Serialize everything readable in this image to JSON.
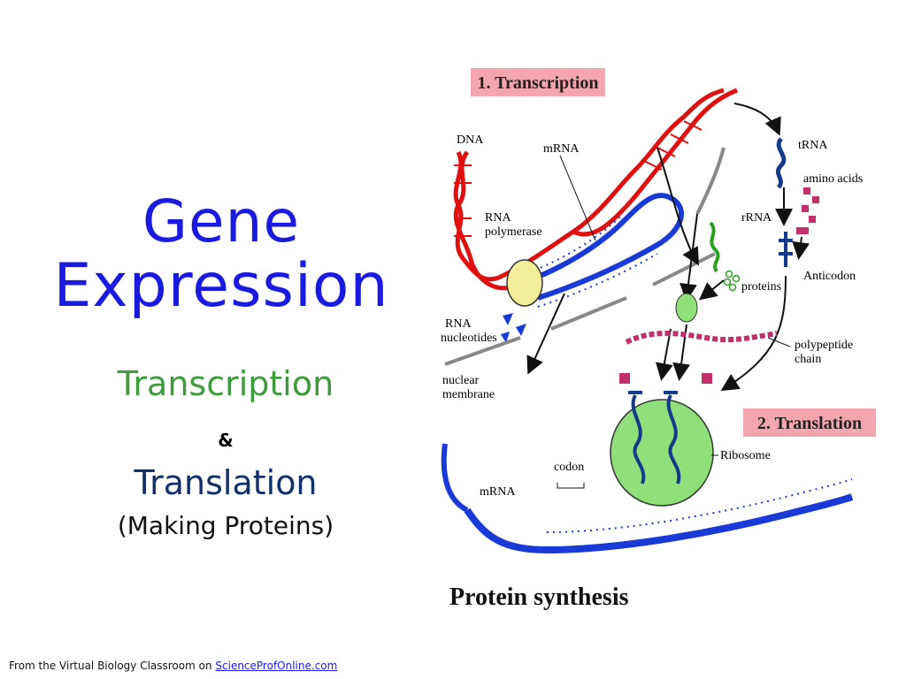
{
  "slide": {
    "title_line1": "Gene",
    "title_line2": "Expression",
    "subtitle1": "Transcription",
    "ampersand": "&",
    "subtitle2": "Translation",
    "subtitle3": "(Making Proteins)"
  },
  "footer": {
    "prefix": "From the  Virtual Biology Classroom on ",
    "link_text": "ScienceProfOnline.com"
  },
  "diagram": {
    "header_transcription": "1. Transcription",
    "header_translation": "2. Translation",
    "label_dna": "DNA",
    "label_mrna_top": "mRNA",
    "label_rna_polymerase_1": "RNA",
    "label_rna_polymerase_2": "polymerase",
    "label_trna": "tRNA",
    "label_amino_acids": "amino acids",
    "label_rrna": "rRNA",
    "label_anticodon": "Anticodon",
    "label_proteins": "proteins",
    "label_rna_nucleotides_1": "RNA",
    "label_rna_nucleotides_2": "nucleotides",
    "label_polypeptide_1": "polypeptide",
    "label_polypeptide_2": "chain",
    "label_nuclear_1": "nuclear",
    "label_nuclear_2": "membrane",
    "label_ribosome": "Ribosome",
    "label_codon": "codon",
    "label_mrna_bottom": "mRNA",
    "caption": "Protein synthesis",
    "colors": {
      "dna": "#e01010",
      "mrna": "#1a3ad8",
      "header_bg": "#f4a6b0",
      "ribosome": "#8fe07a",
      "trna": "#143a8a",
      "amino_acid": "#c0306a",
      "rrna": "#2aa020",
      "polymerase": "#f4ee9a"
    }
  }
}
